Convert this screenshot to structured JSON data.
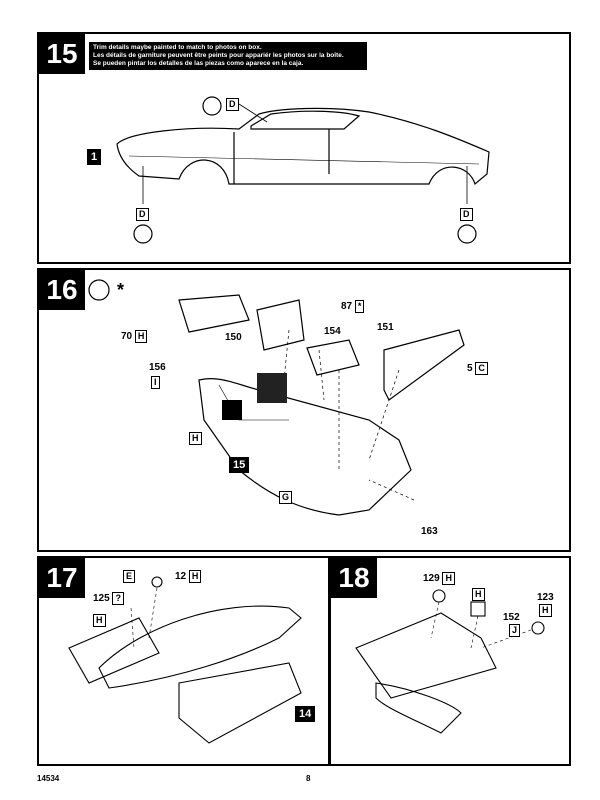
{
  "steps": {
    "s15": {
      "number": "15",
      "note_lines": [
        "Trim details maybe painted to match to photos on box.",
        "Les détails de garniture peuvent être peints pour appariér les photos sur la boîte.",
        "Se pueden pintar los detalles de las piezas como aparece en la caja."
      ],
      "paint_code": "D",
      "part_body": "1"
    },
    "s16": {
      "number": "16",
      "star": "*",
      "parts": {
        "p70": "70",
        "p150": "150",
        "p87": "87",
        "p154": "154",
        "p151": "151",
        "p156": "156",
        "p5": "5",
        "p15": "15",
        "p163": "163"
      },
      "codes": {
        "h": "H",
        "star": "*",
        "i": "I",
        "c": "C",
        "g": "G"
      }
    },
    "s17": {
      "number": "17",
      "parts": {
        "p12": "12",
        "p125": "125",
        "p14": "14"
      },
      "codes": {
        "e": "E",
        "h": "H",
        "q": "?"
      }
    },
    "s18": {
      "number": "18",
      "parts": {
        "p129": "129",
        "p152": "152",
        "p123": "123"
      },
      "codes": {
        "h": "H",
        "j": "J"
      }
    }
  },
  "footer": {
    "catalog": "14534",
    "page": "8"
  }
}
